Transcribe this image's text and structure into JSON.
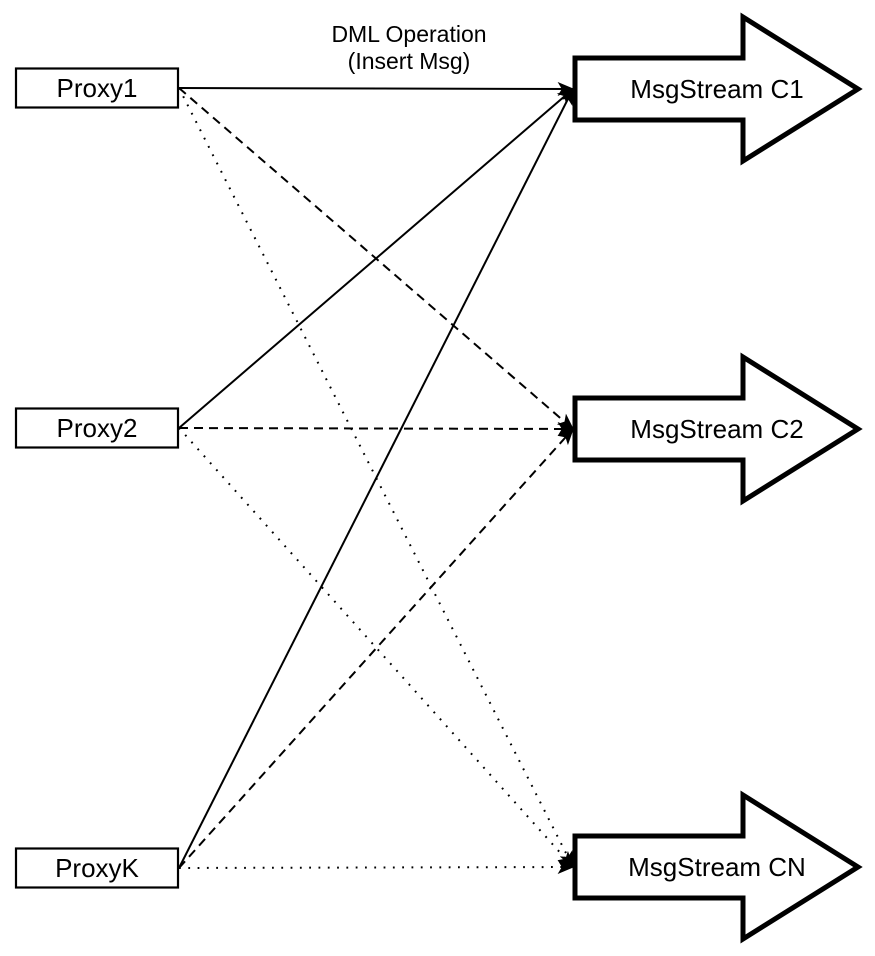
{
  "diagram": {
    "title": {
      "line1": "DML Operation",
      "line2": "(Insert Msg)"
    },
    "proxies": [
      {
        "id": "proxy1",
        "label": "Proxy1"
      },
      {
        "id": "proxy2",
        "label": "Proxy2"
      },
      {
        "id": "proxyK",
        "label": "ProxyK"
      }
    ],
    "streams": [
      {
        "id": "c1",
        "label": "MsgStream C1"
      },
      {
        "id": "c2",
        "label": "MsgStream C2"
      },
      {
        "id": "cn",
        "label": "MsgStream CN"
      }
    ],
    "edges": [
      {
        "from": "proxy1",
        "to": "c1",
        "style": "solid"
      },
      {
        "from": "proxy2",
        "to": "c1",
        "style": "solid"
      },
      {
        "from": "proxyK",
        "to": "c1",
        "style": "solid"
      },
      {
        "from": "proxy1",
        "to": "c2",
        "style": "dashed"
      },
      {
        "from": "proxy2",
        "to": "c2",
        "style": "dashed"
      },
      {
        "from": "proxyK",
        "to": "c2",
        "style": "dashed"
      },
      {
        "from": "proxy1",
        "to": "cn",
        "style": "dotted"
      },
      {
        "from": "proxy2",
        "to": "cn",
        "style": "dotted"
      },
      {
        "from": "proxyK",
        "to": "cn",
        "style": "dotted"
      }
    ],
    "colors": {
      "ink": "#000000",
      "paper": "#ffffff"
    }
  }
}
